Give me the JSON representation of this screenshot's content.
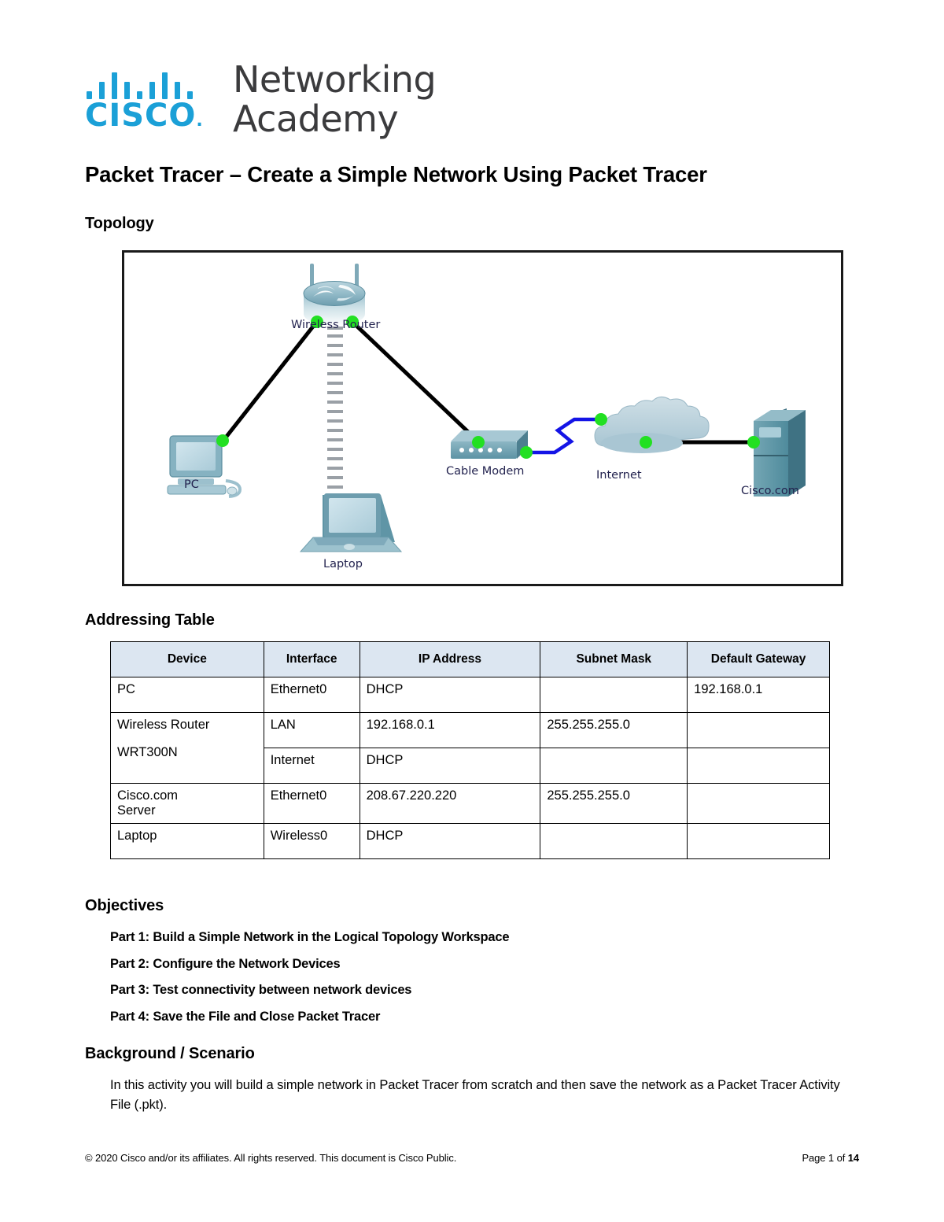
{
  "brand": {
    "logo_cisco": "CISCO",
    "logo_line1": "Networking",
    "logo_line2": "Academy",
    "accent_color": "#1ba0d7",
    "wordmark_color": "#3b3b3d"
  },
  "document": {
    "title": "Packet Tracer – Create a Simple Network Using Packet Tracer"
  },
  "sections": {
    "topology_heading": "Topology",
    "addressing_heading": "Addressing Table",
    "objectives_heading": "Objectives",
    "background_heading": "Background / Scenario"
  },
  "topology": {
    "nodes": [
      {
        "id": "wireless-router",
        "label": "Wireless Router",
        "icon": "wireless-router-icon"
      },
      {
        "id": "pc",
        "label": "PC",
        "icon": "desktop-pc-icon"
      },
      {
        "id": "laptop",
        "label": "Laptop",
        "icon": "laptop-icon"
      },
      {
        "id": "cable-modem",
        "label": "Cable Modem",
        "icon": "cable-modem-icon"
      },
      {
        "id": "internet",
        "label": "Internet",
        "icon": "cloud-icon"
      },
      {
        "id": "server",
        "label": "Cisco.com",
        "icon": "server-icon"
      }
    ],
    "links": [
      {
        "from": "pc",
        "to": "wireless-router",
        "type": "copper",
        "color": "#000000"
      },
      {
        "from": "wireless-router",
        "to": "laptop",
        "type": "wireless",
        "color": "#808080"
      },
      {
        "from": "wireless-router",
        "to": "cable-modem",
        "type": "copper",
        "color": "#000000"
      },
      {
        "from": "cable-modem",
        "to": "internet",
        "type": "coaxial",
        "color": "#1414e6"
      },
      {
        "from": "internet",
        "to": "server",
        "type": "copper",
        "color": "#000000"
      }
    ],
    "link_status_color": "#22e022"
  },
  "addressing_table": {
    "columns": [
      "Device",
      "Interface",
      "IP Address",
      "Subnet Mask",
      "Default Gateway"
    ],
    "rows": [
      {
        "device": "PC",
        "interface": "Ethernet0",
        "ip": "DHCP",
        "mask": "",
        "gateway": "192.168.0.1"
      },
      {
        "device": "Wireless Router\nWRT300N",
        "device_line1": "Wireless Router",
        "device_line2": "WRT300N",
        "interface": "LAN",
        "ip": "192.168.0.1",
        "mask": "255.255.255.0",
        "gateway": ""
      },
      {
        "device": "",
        "interface": "Internet",
        "ip": "DHCP",
        "mask": "",
        "gateway": ""
      },
      {
        "device_line1": "Cisco.com",
        "device_line2": "Server",
        "interface": "Ethernet0",
        "ip": "208.67.220.220",
        "mask": "255.255.255.0",
        "gateway": ""
      },
      {
        "device": "Laptop",
        "interface": "Wireless0",
        "ip": "DHCP",
        "mask": "",
        "gateway": ""
      }
    ],
    "header_bg": "#dce6f1"
  },
  "objectives": [
    "Part 1: Build a Simple Network in the Logical Topology Workspace",
    "Part 2: Configure the Network Devices",
    "Part 3: Test connectivity between network devices",
    "Part 4: Save the File and Close Packet Tracer"
  ],
  "background": {
    "paragraph": "In this activity you will build a simple network in Packet Tracer from scratch and then save the network as a Packet Tracer Activity File (.pkt)."
  },
  "footer": {
    "copyright": "© 2020 Cisco and/or its affiliates. All rights reserved. This document is Cisco Public.",
    "page_prefix": "Page 1 of ",
    "page_total": "14"
  }
}
